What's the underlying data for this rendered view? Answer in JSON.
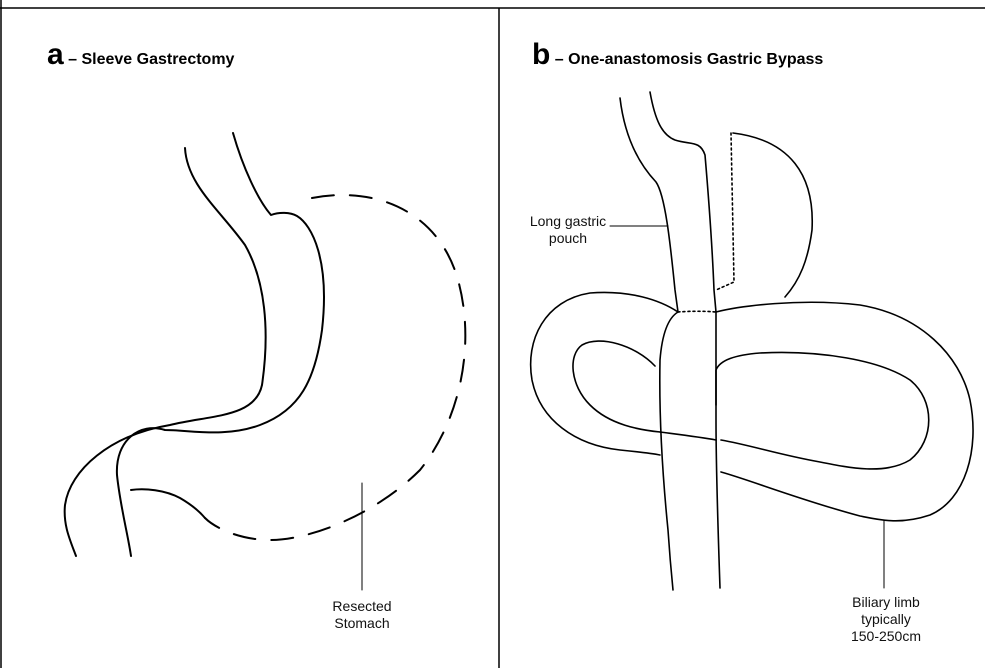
{
  "panels": [
    {
      "letter": "a",
      "title": " – Sleeve Gastrectomy",
      "labels": {
        "resected": [
          "Resected",
          "Stomach"
        ]
      }
    },
    {
      "letter": "b",
      "title": " – One-anastomosis Gastric Bypass",
      "labels": {
        "pouch": [
          "Long gastric",
          "pouch"
        ],
        "biliary": [
          "Biliary limb",
          "typically",
          "150-250cm"
        ]
      }
    }
  ]
}
